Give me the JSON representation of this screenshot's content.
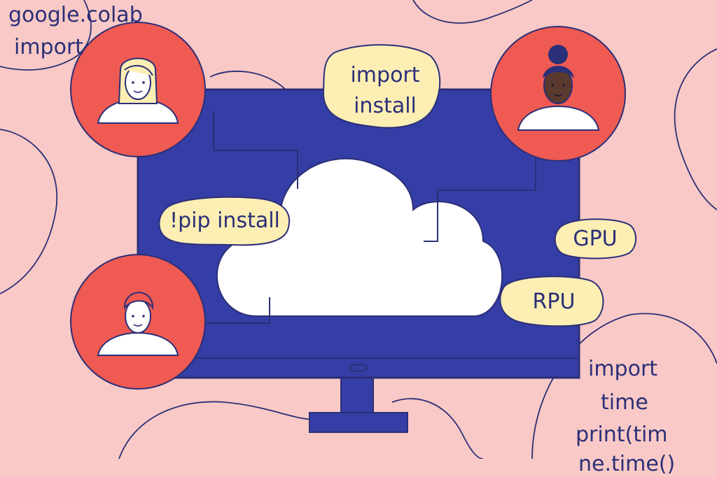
{
  "corner_code_top_left": {
    "line1": "google.colab",
    "line2": "import"
  },
  "bubbles": {
    "top": {
      "line1": "import",
      "line2": "install"
    },
    "left": {
      "label": "!pip install"
    },
    "gpu": {
      "label": "GPU"
    },
    "rpu": {
      "label": "RPU"
    }
  },
  "corner_code_bottom_right": {
    "line1": "import",
    "line2": "time",
    "line3": "print(tim",
    "line4": "ne.time()"
  },
  "colors": {
    "background": "#f8c9c6",
    "monitor_frame": "#2b2f77",
    "monitor_screen": "#353ea6",
    "cloud": "#ffffff",
    "avatar_circle": "#ef5a52",
    "bubble": "#fdeeb4",
    "line": "#2b2f77"
  },
  "icons": [
    "user-avatar-icon",
    "cloud-icon",
    "monitor-icon"
  ]
}
